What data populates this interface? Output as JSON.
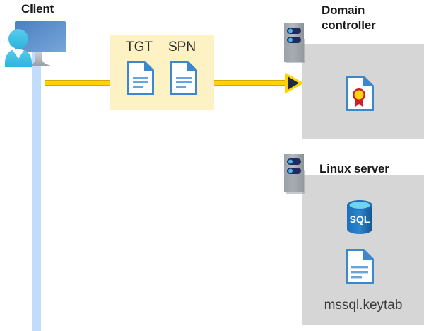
{
  "diagram": {
    "title_client": "Client",
    "title_domain_controller": "Domain\ncontroller",
    "title_linux_server": "Linux server",
    "token_box": {
      "tgt_label": "TGT",
      "spn_label": "SPN"
    },
    "linux_panel": {
      "keytab_caption": "mssql.keytab"
    },
    "sql_icon_text": "SQL",
    "colors": {
      "highlight_box": "#fdf2c4",
      "panel_gray": "#d6d6d6",
      "arrow_gold": "#ffd300",
      "arrow_gold_dark": "#d4a800",
      "arrow_head_fill": "#1f2a44",
      "lifeline_blue": "#c2dcfb",
      "doc_blue": "#3b87d0",
      "sql_blue": "#1b6fba",
      "seal_yellow": "#ffd60a",
      "seal_red": "#cc2027",
      "rack_navy": "#1f2a5e",
      "rack_dot": "#49b7e8",
      "title_text": "#1a1a1a",
      "monitor_blue": "#4a7fc1",
      "person_cyan": "#3bc3e8"
    }
  }
}
